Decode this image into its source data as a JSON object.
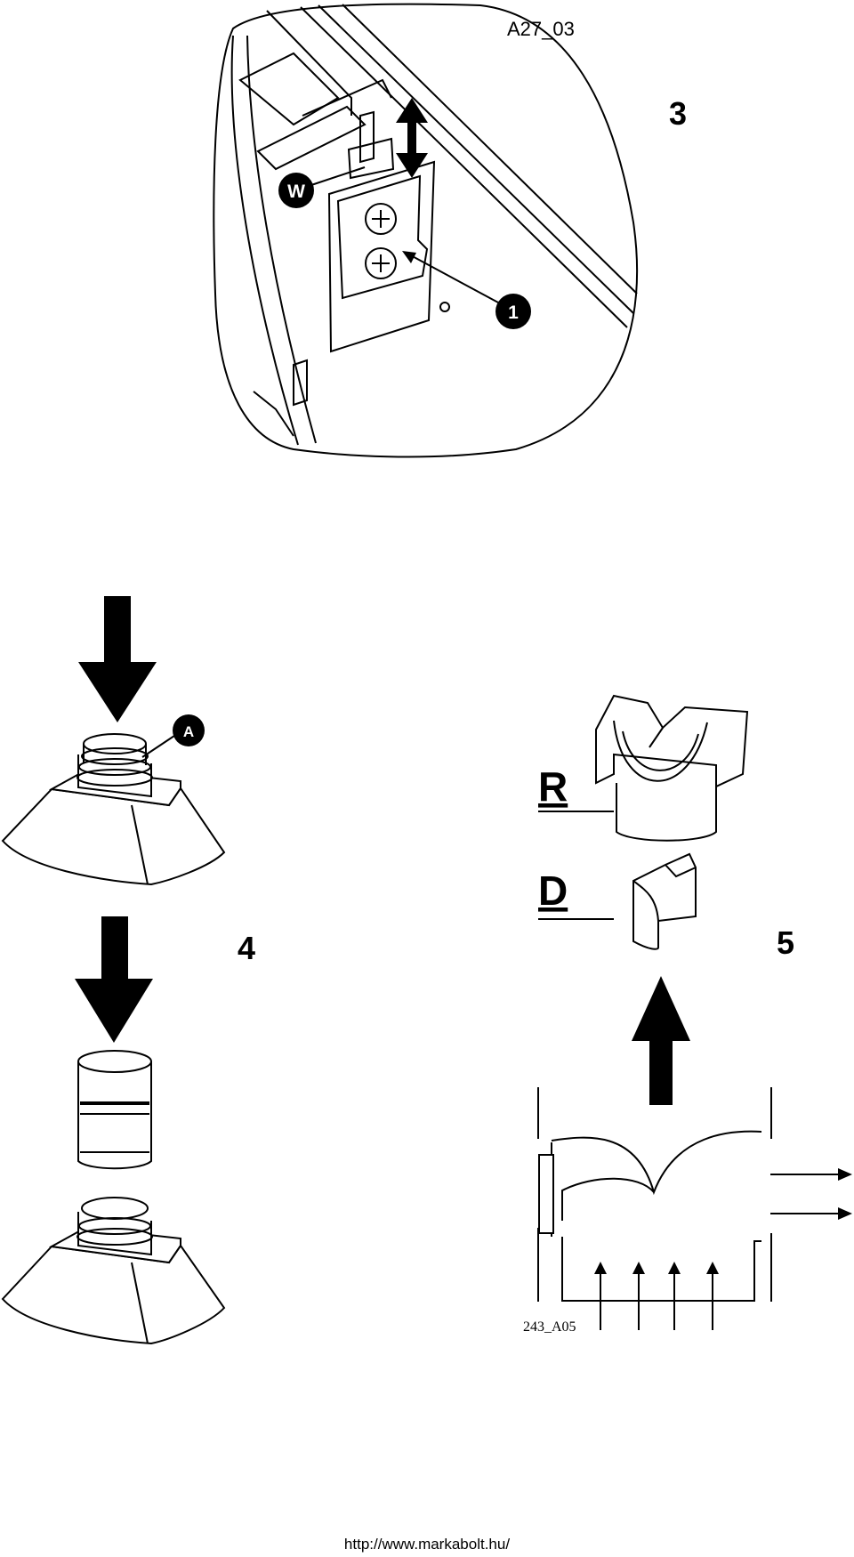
{
  "figure3": {
    "code": "A27_03",
    "step": "3",
    "callout_w": "W",
    "callout_1": "1"
  },
  "figure4": {
    "step": "4",
    "callout_a": "A"
  },
  "figure5": {
    "step": "5",
    "label_r": "R",
    "label_d": "D",
    "code": "243_A05"
  },
  "footer": {
    "url": "http://www.markabolt.hu/"
  },
  "colors": {
    "ink": "#000000",
    "paper": "#ffffff"
  }
}
